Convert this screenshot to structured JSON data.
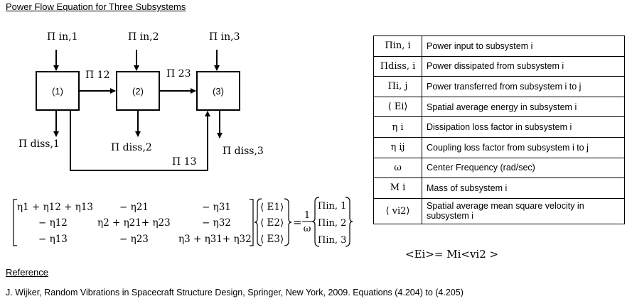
{
  "title": "Power Flow Equation for Three Subsystems",
  "diagram": {
    "nodes": [
      "(1)",
      "(2)",
      "(3)"
    ],
    "inputs": [
      "Π in,1",
      "Π in,2",
      "Π in,3"
    ],
    "transfers": {
      "p12": "Π 12",
      "p23": "Π 23",
      "p13": "Π 13"
    },
    "dissipations": [
      "Π diss,1",
      "Π diss,2",
      "Π diss,3"
    ]
  },
  "matrix": {
    "rows": [
      [
        "η1 + η12 + η13",
        "− η21",
        "− η31"
      ],
      [
        "− η12",
        "η2 + η21+ η23",
        "− η32"
      ],
      [
        "− η13",
        "− η23",
        "η3 + η31+ η32"
      ]
    ],
    "energies": [
      "⟨ E1⟩",
      "⟨ E2⟩",
      "⟨ E3⟩"
    ],
    "eq_sign": "=",
    "frac_num": "1",
    "frac_den": "ω",
    "inputs": [
      "Πin, 1",
      "Πin, 2",
      "Πin, 3"
    ]
  },
  "definitions": [
    {
      "symbol": "Πin, i",
      "text": "Power input to subsystem i"
    },
    {
      "symbol": "Πdiss, i",
      "text": "Power dissipated from subsystem i"
    },
    {
      "symbol": "Πi, j",
      "text": "Power transferred from subsystem i to j"
    },
    {
      "symbol": "⟨ Ei⟩",
      "text": "Spatial average energy in subsystem i"
    },
    {
      "symbol": "η i",
      "text": "Dissipation loss factor in subsystem i"
    },
    {
      "symbol": "η ij",
      "text": "Coupling loss factor from subsystem i to j"
    },
    {
      "symbol": "ω",
      "text": "Center Frequency (rad/sec)"
    },
    {
      "symbol": "M i",
      "text": "Mass of subsystem i"
    },
    {
      "symbol": "⟨ vi2⟩",
      "text": "Spatial average mean square velocity in subsystem i"
    }
  ],
  "relation": "<Ei>= Mi<vi2 >",
  "reference": {
    "heading": "Reference",
    "text": "J. Wijker, Random Vibrations in Spacecraft Structure Design, Springer, New York, 2009.  Equations (4.204) to (4.205)"
  }
}
